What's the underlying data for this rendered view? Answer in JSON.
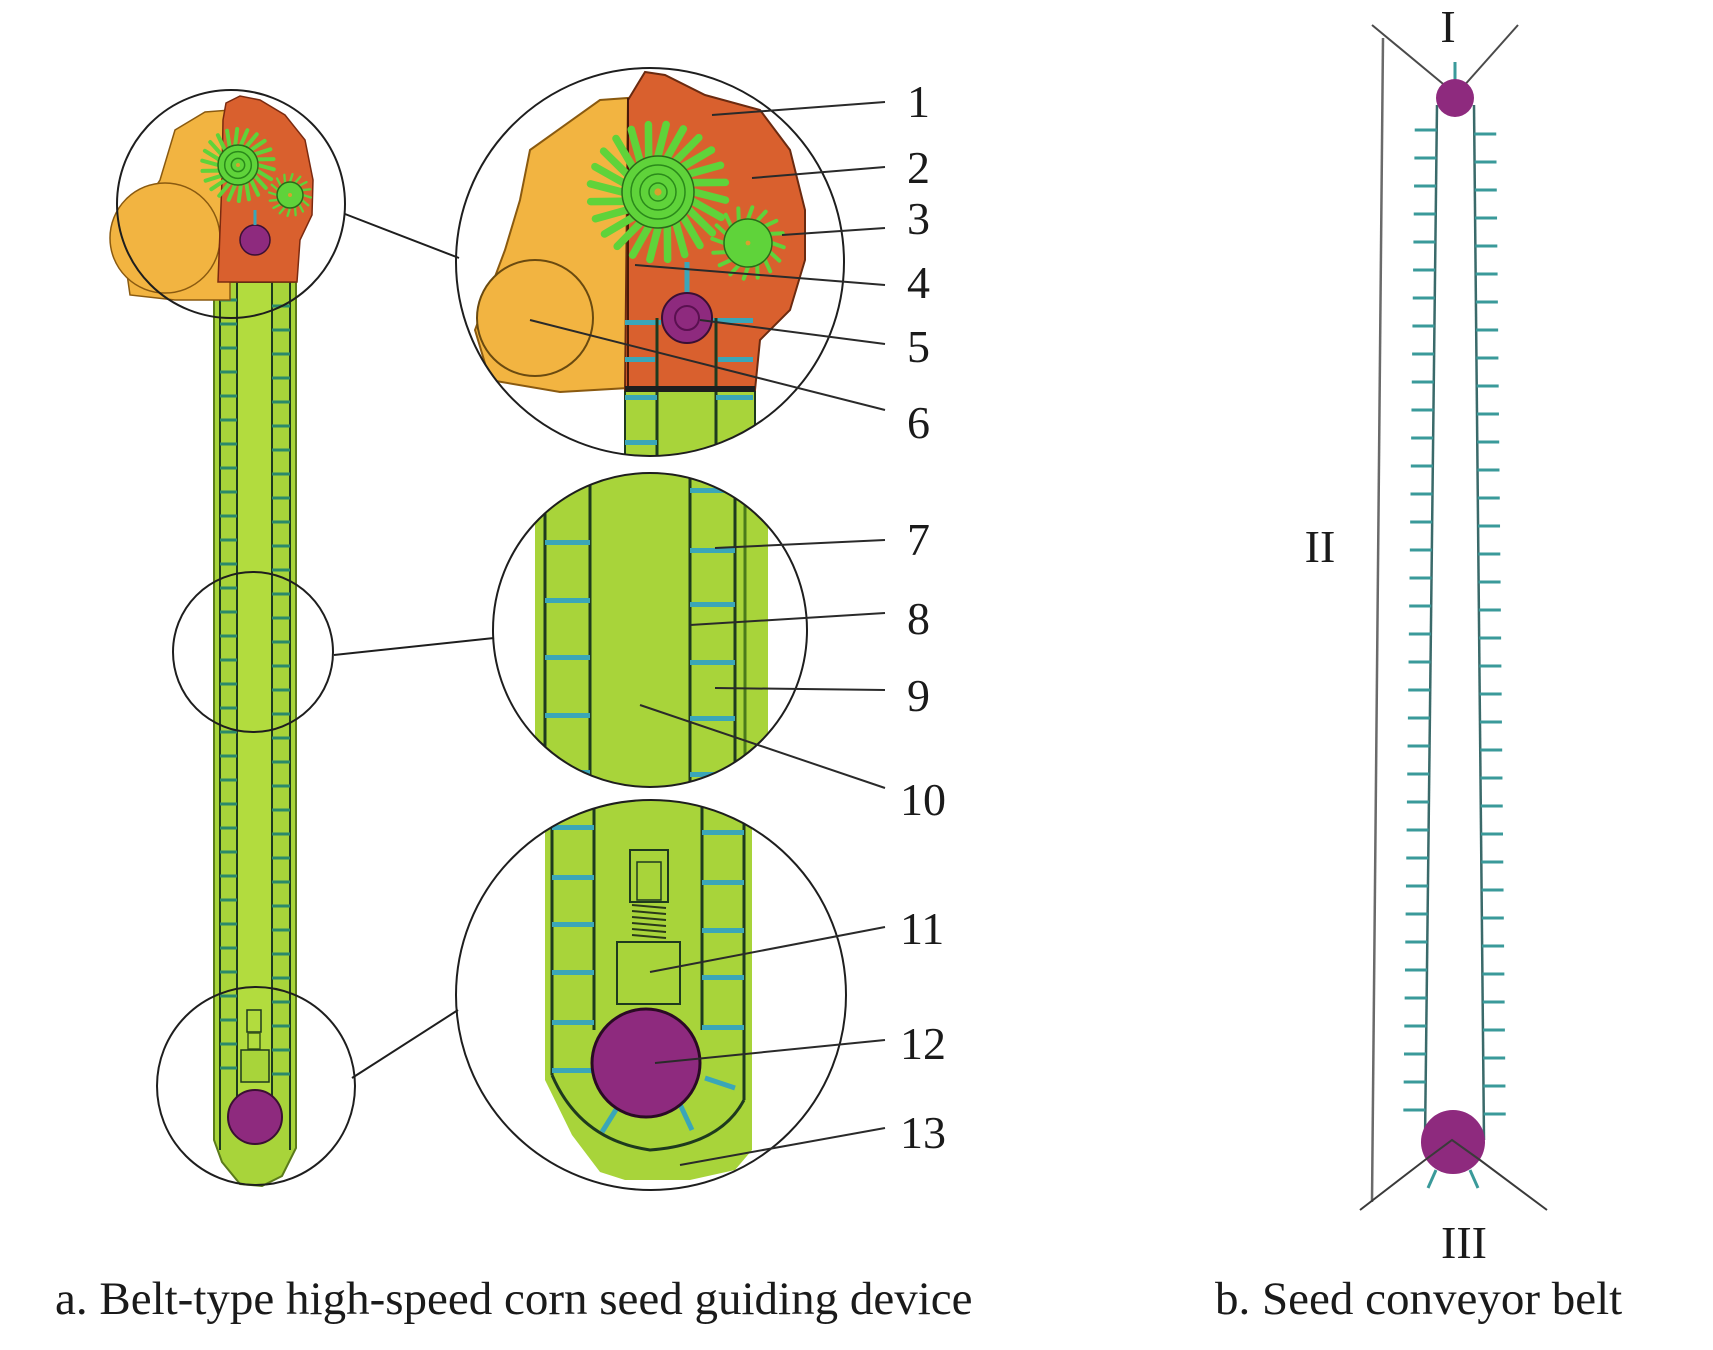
{
  "figure": {
    "panel_a": {
      "caption": "a. Belt-type high-speed corn seed guiding device",
      "part_labels": [
        "1",
        "2",
        "3",
        "4",
        "5",
        "6",
        "7",
        "8",
        "9",
        "10",
        "11",
        "12",
        "13"
      ]
    },
    "panel_b": {
      "caption": "b. Seed conveyor belt",
      "section_labels": [
        "I",
        "II",
        "III"
      ]
    },
    "colors": {
      "housing_orange": "#d9602e",
      "housing_yellow": "#f2b441",
      "belt_green": "#a8d43a",
      "gear_green": "#5fd33a",
      "wheel_purple": "#8e2a7e",
      "paddle_teal": "#3aa6b8",
      "outline": "#1e2a1e"
    }
  }
}
